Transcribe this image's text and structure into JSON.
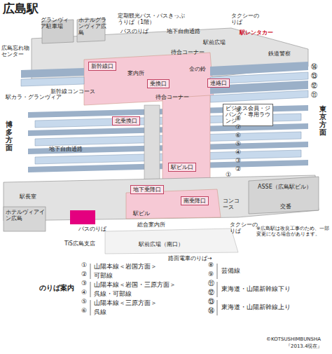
{
  "diagram": {
    "title": "広島駅",
    "nodes": [
      {
        "text": [
          "新幹線口"
        ]
      },
      {
        "text": [
          "乗換口"
        ]
      },
      {
        "text": [
          "連絡口"
        ]
      },
      {
        "text": [
          "北乗換口"
        ]
      },
      {
        "text": [
          "ビジネス会員・ジパング・専用ラウンジ"
        ]
      },
      {
        "text": [
          "駅ビル口"
        ]
      },
      {
        "text": [
          "地下乗降口"
        ]
      },
      {
        "text": [
          "南乗降口"
        ]
      }
    ],
    "labels": [
      "広島忘れ物センター",
      "グランヴィア駐車場",
      "ホテルグランヴィア広島",
      "定期観光バス・バスきっぷうりば（1階）",
      "バスのりば",
      "地下自由通路",
      "タクシーのりば",
      "駅レンタカー",
      "駅前広場",
      "待合コーナー",
      "金の鈴",
      "鉄道警察",
      "新幹線コンコース",
      "案内所",
      "待合コーナー",
      "駅カラ・グランヴィア",
      "博多方面",
      "東京方面",
      "地下自由通路",
      "駅長室",
      "ホテルヴィアイン広島",
      "バスのりば",
      "TiS広島支店",
      "駅ビル",
      "総合案内所",
      "コンコース",
      "駅前広場（南口）",
      "路面電車のりば→",
      "タクシーのりば",
      "ASSE（広島駅ビル）",
      "交番",
      "※広島駅は改良工事のため、一部変更になる場合があります。",
      "⑭",
      "⑬",
      "⑫",
      "⑪",
      "⑨",
      "⑧",
      "⑦",
      "⑥",
      "⑤",
      "④",
      "③",
      "②",
      "①",
      "のりば案内",
      "①",
      "山陽本線＜岩国方面＞",
      "②",
      "可部線",
      "③",
      "山陽本線＜岩国・三原方面＞",
      "④",
      "呉線・可部線",
      "⑤",
      "山陽本線＜三原方面＞",
      "⑥",
      "呉線",
      "⑧",
      "⑨",
      "芸備線",
      "⑪",
      "⑫",
      "東海道・山陽新幹線下り",
      "⑬",
      "⑭",
      "東海道・山陽新幹線上り",
      "©KOTSUSHIMBUNSHA",
      "『2013.4現在』"
    ]
  }
}
